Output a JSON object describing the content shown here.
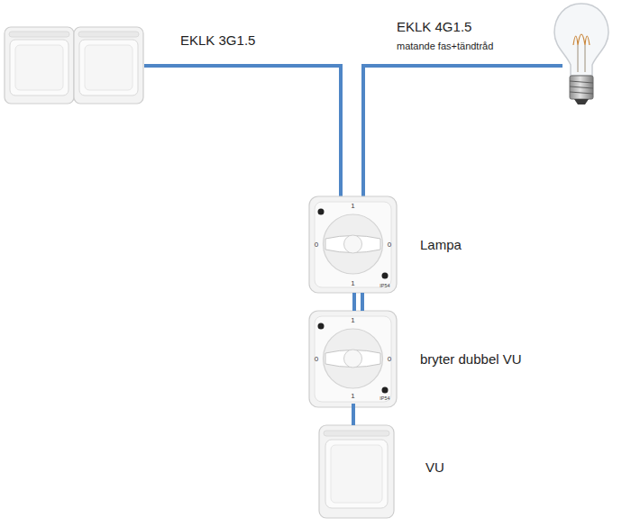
{
  "diagram": {
    "nodes": [
      {
        "text": [
          "Lampa"
        ]
      },
      {
        "text": [
          "bryter dubbel VU"
        ]
      },
      {
        "text": [
          "VU"
        ]
      }
    ],
    "edges": [
      {
        "from": 0,
        "to": 1,
        "arrow": "none"
      },
      {
        "from": 1,
        "to": 2,
        "arrow": "none"
      }
    ],
    "labels": [
      "EKLK 3G1.5",
      "EKLK 4G1.5",
      "matande fas+tändtråd",
      "1",
      "0",
      "0",
      "1",
      "IP54",
      "1",
      "0",
      "0",
      "1",
      "IP54"
    ]
  }
}
